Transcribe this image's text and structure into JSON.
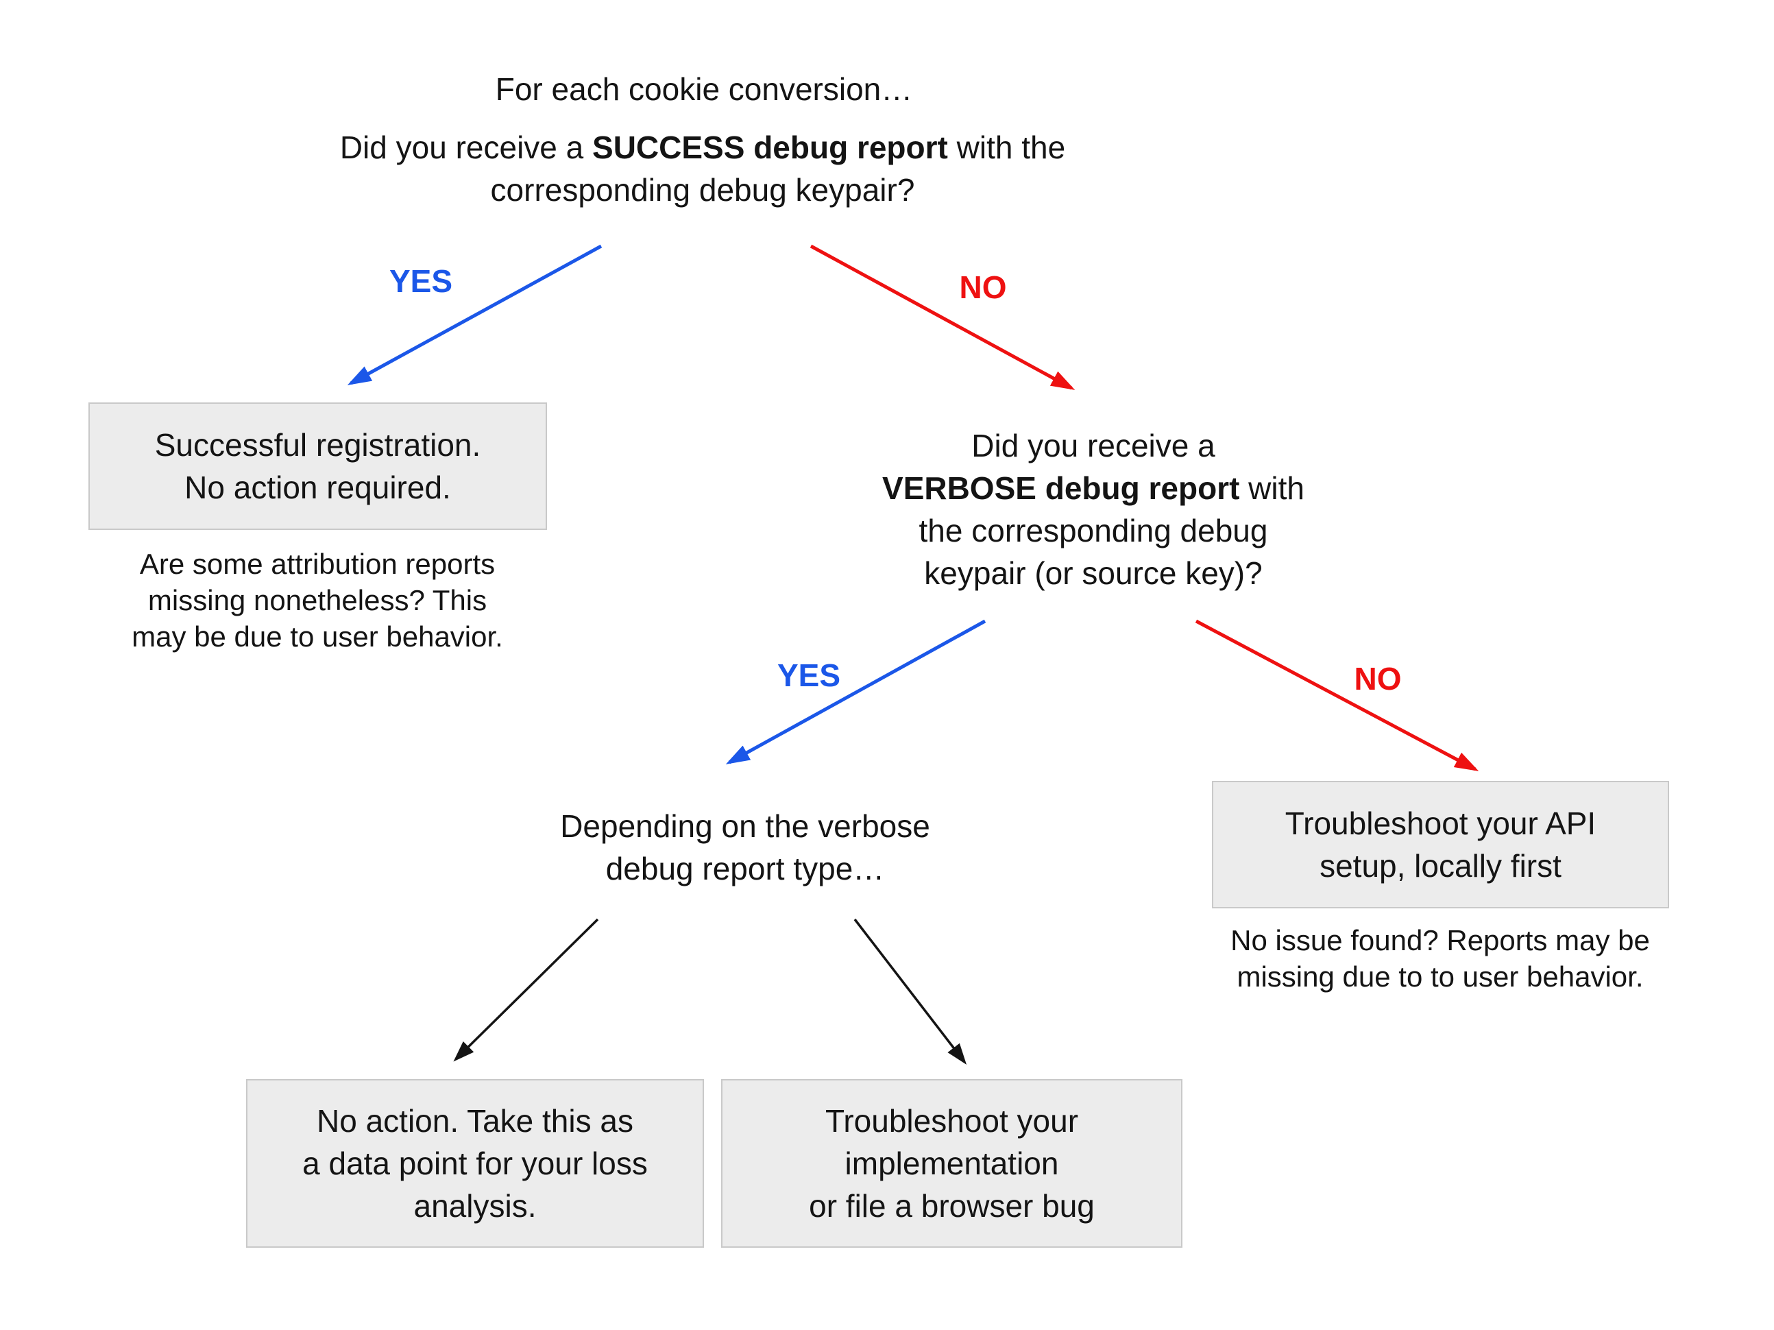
{
  "colors": {
    "yes_blue": "#1b57e8",
    "no_red": "#ee1111",
    "box_fill": "#ececec",
    "box_border": "#c9c9c9",
    "text": "#141414",
    "arrow_black": "#141414"
  },
  "flow": {
    "intro": "For each cookie conversion…",
    "labels": {
      "yes": "YES",
      "no": "NO"
    },
    "q1": {
      "pre": "Did you receive a ",
      "bold": "SUCCESS debug report",
      "post": " with the",
      "line2": "corresponding debug keypair?"
    },
    "outcome_success": {
      "line1": "Successful registration.",
      "line2": "No action required."
    },
    "note_success": {
      "line1": "Are some attribution reports",
      "line2": "missing nonetheless? This",
      "line3": "may be due to user behavior."
    },
    "q2": {
      "line1": "Did you receive a",
      "bold": "VERBOSE debug report",
      "post": " with",
      "line3": "the corresponding debug",
      "line4": "keypair (or source key)?"
    },
    "branch_verbose": {
      "line1": "Depending on the verbose",
      "line2": "debug report type…"
    },
    "outcome_loss": {
      "line1": "No action. Take this as",
      "line2": "a data point for your loss",
      "line3": "analysis."
    },
    "outcome_implementation": {
      "line1": "Troubleshoot your",
      "line2": "implementation",
      "line3": "or file a browser bug"
    },
    "outcome_api": {
      "line1": "Troubleshoot your API",
      "line2": "setup, locally first"
    },
    "note_api": {
      "line1": "No issue found? Reports may be",
      "line2": "missing due to to user behavior."
    }
  }
}
